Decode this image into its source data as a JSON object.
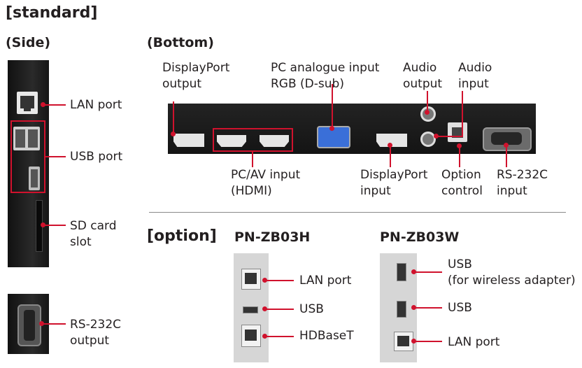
{
  "titles": {
    "standard": "[standard]",
    "side": "(Side)",
    "bottom": "(Bottom)",
    "option": "[option]",
    "model_h": "PN-ZB03H",
    "model_w": "PN-ZB03W"
  },
  "side_labels": {
    "lan": "LAN port",
    "usb": "USB port",
    "sd_1": "SD card",
    "sd_2": "slot",
    "rs_1": "RS-232C",
    "rs_2": "output"
  },
  "bottom_labels": {
    "dp_out_1": "DisplayPort",
    "dp_out_2": "output",
    "pc_analog_1": "PC analogue input",
    "pc_analog_2": "RGB (D-sub)",
    "audio_out_1": "Audio",
    "audio_out_2": "output",
    "audio_in_1": "Audio",
    "audio_in_2": "input",
    "hdmi_1": "PC/AV input",
    "hdmi_2": "(HDMI)",
    "dp_in_1": "DisplayPort",
    "dp_in_2": "input",
    "option_1": "Option",
    "option_2": "control",
    "rs_in_1": "RS-232C",
    "rs_in_2": "input"
  },
  "zb03h_labels": {
    "lan": "LAN port",
    "usb": "USB",
    "hdbaset": "HDBaseT"
  },
  "zb03w_labels": {
    "usb_wireless_1": "USB",
    "usb_wireless_2": "(for wireless adapter)",
    "usb": "USB",
    "lan": "LAN port"
  },
  "colors": {
    "accent": "#d0122d",
    "panel_dark": "#1c1c1c",
    "option_panel": "#d9d9d9"
  }
}
